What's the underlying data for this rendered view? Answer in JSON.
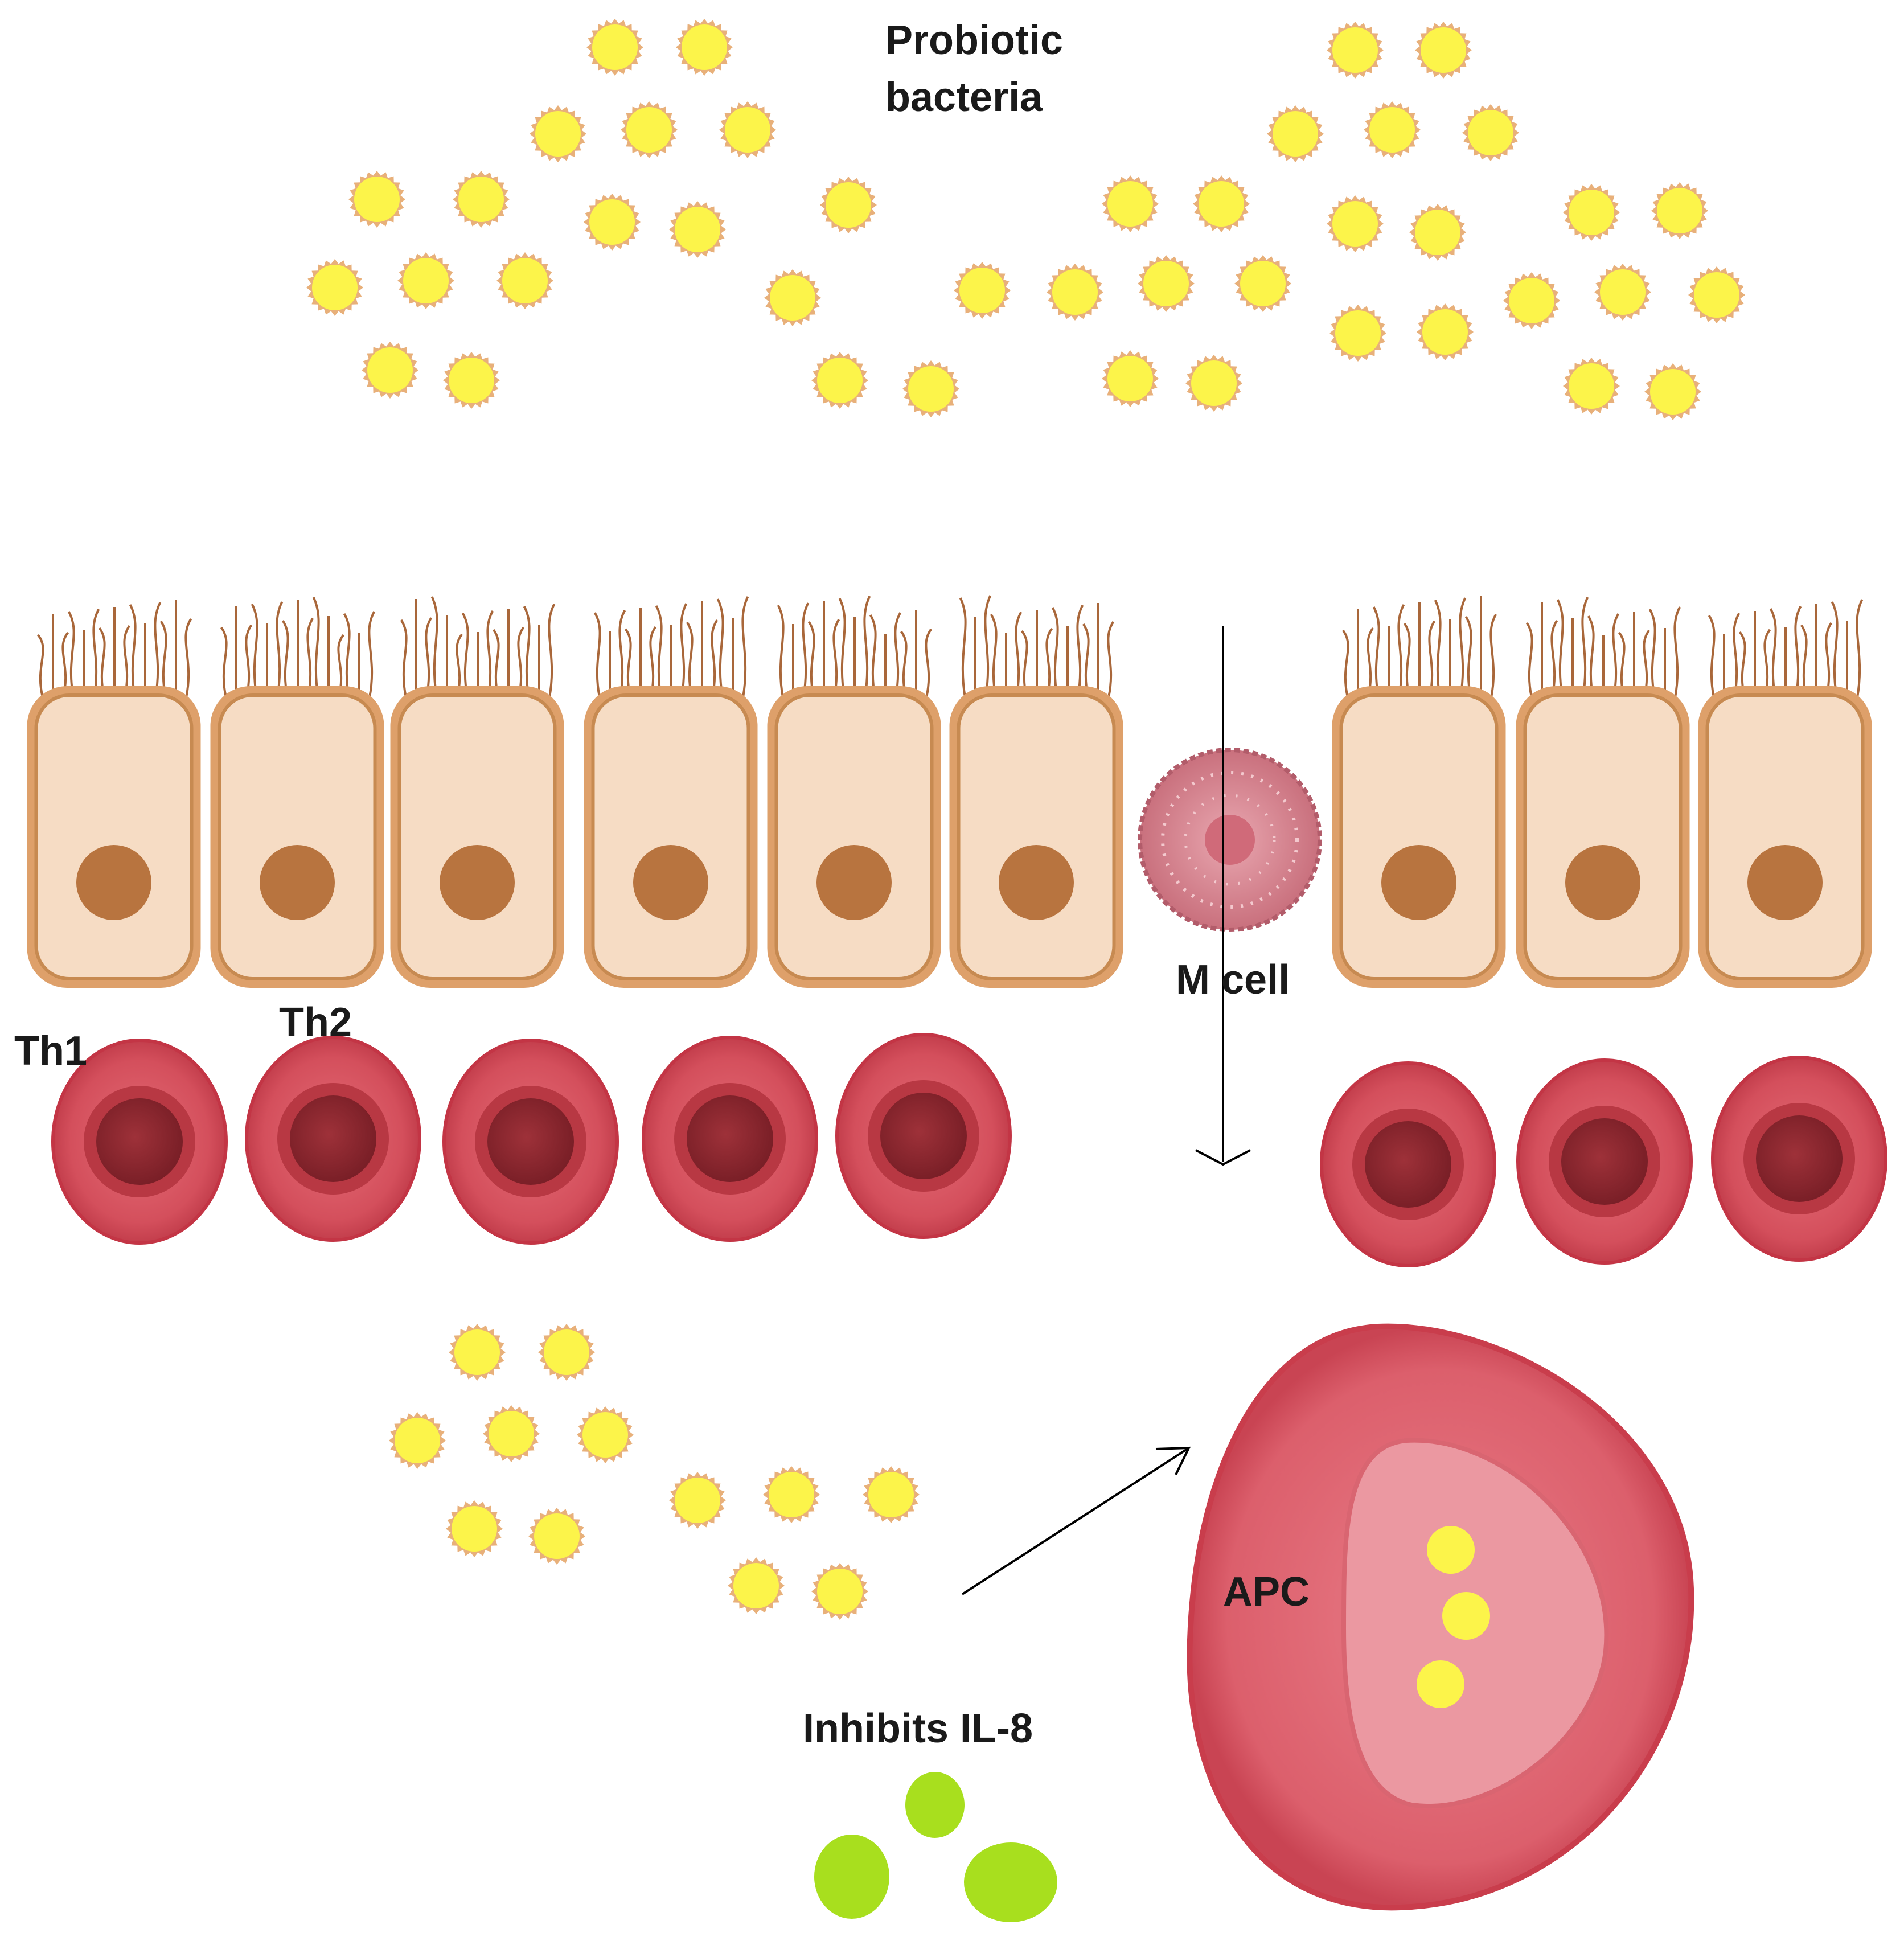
{
  "labels": {
    "probiotic_line1": "Probiotic",
    "probiotic_line2": "bacteria",
    "m_cell": "M cell",
    "th1": "Th1",
    "th2": "Th2",
    "apc": "APC",
    "il8": "Inhibits IL-8"
  },
  "colors": {
    "bacteria_fill": "#fcf44a",
    "bacteria_edge": "#e8b07a",
    "cell_fill": "#f6dcc4",
    "cell_outline": "#c5884c",
    "nucleus": "#b8743f",
    "m_cell": "#d98a96",
    "th_outer": "#d9505e",
    "th_inner": "#8e2a33",
    "apc_outer": "#e06b78",
    "apc_inner": "#eb9aa3",
    "il8": "#a8df1e",
    "arrow": "#000000"
  },
  "diagram": {
    "epithelial_cell_count": 9,
    "t_cell_count": 8,
    "bacteria_inside_apc": 3,
    "il8_molecule_count": 3
  }
}
